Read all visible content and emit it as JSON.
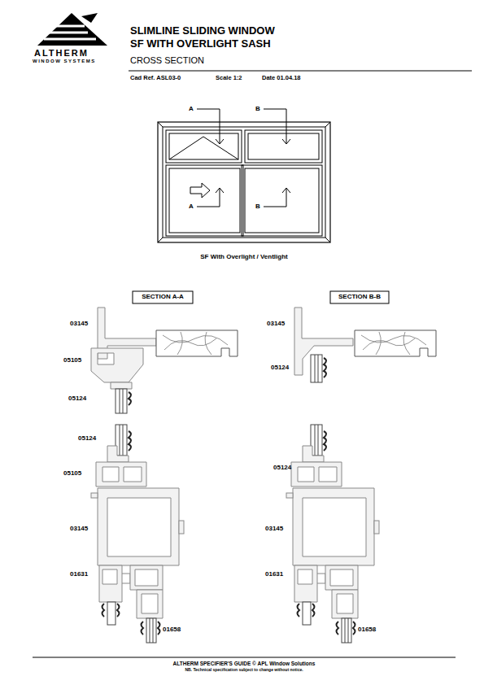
{
  "diagram": {
    "title": "SLIMLINE SLIDING WINDOW",
    "caption": "SF With Overlight / Ventlight",
    "labels": [
      "ALTHERM",
      "WINDOW SYSTEMS",
      "SF WITH OVERLIGHT SASH",
      "CROSS SECTION",
      "Cad Ref. ASL03-0",
      "Scale 1:2",
      "Date 01.04.18",
      "A",
      "B",
      "A",
      "B",
      "SECTION A-A",
      "SECTION B-B",
      "03145",
      "05105",
      "05124",
      "03145",
      "05124",
      "05124",
      "05105",
      "03145",
      "01631",
      "01658",
      "05124",
      "03145",
      "01631",
      "01658",
      "ALTHERM SPECIFIER'S GUIDE © APL Window Solutions",
      "NB. Technical specification subject to change without notice."
    ]
  }
}
